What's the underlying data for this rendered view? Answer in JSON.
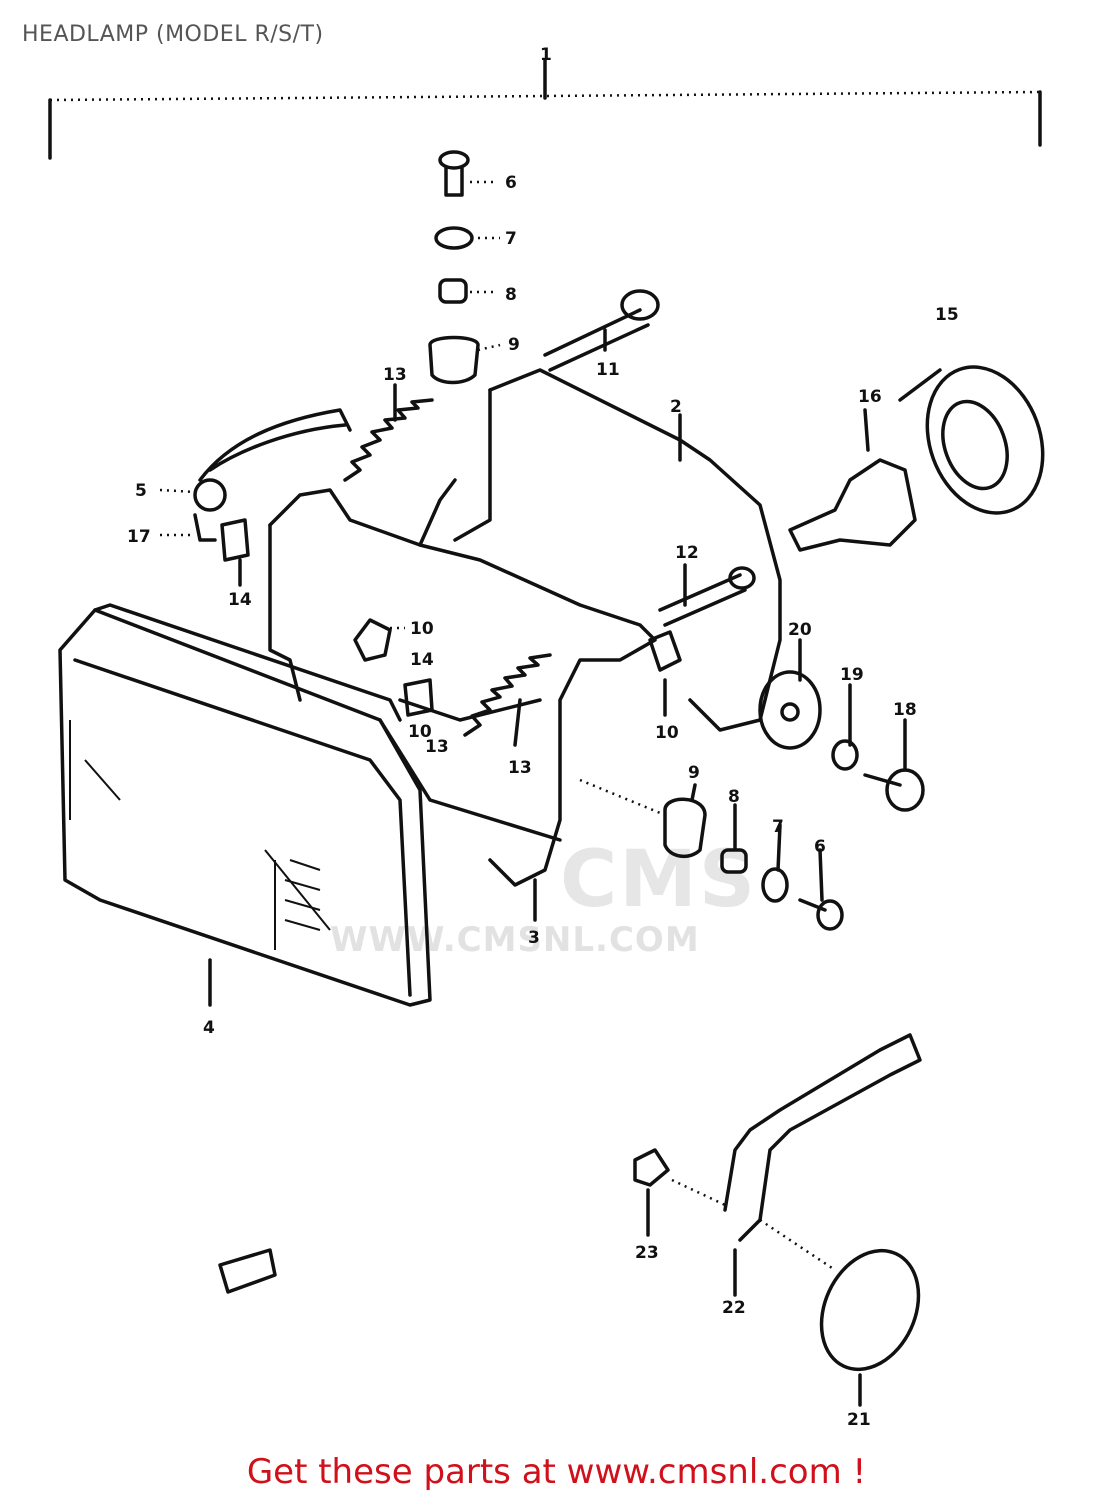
{
  "title": "HEADLAMP (MODEL R/S/T)",
  "callouts": {
    "c1": "1",
    "c2": "2",
    "c3": "3",
    "c4": "4",
    "c5": "5",
    "c6a": "6",
    "c6b": "6",
    "c7a": "7",
    "c7b": "7",
    "c8a": "8",
    "c8b": "8",
    "c9a": "9",
    "c9b": "9",
    "c10a": "10",
    "c10b": "10",
    "c10c": "10",
    "c11": "11",
    "c12": "12",
    "c13a": "13",
    "c13b": "13",
    "c13c": "13",
    "c14a": "14",
    "c14b": "14",
    "c15": "15",
    "c16": "16",
    "c17": "17",
    "c18": "18",
    "c19": "19",
    "c20": "20",
    "c21": "21",
    "c22": "22",
    "c23": "23"
  },
  "watermark": {
    "domain": "WWW.CMSNL.COM",
    "logo": "CMS"
  },
  "cta": {
    "text": "Get these parts at www.cmsnl.com !",
    "color": "#d0101a"
  },
  "colors": {
    "title": "#555555",
    "lineart": "#111111",
    "watermark": "#e2e2e2"
  }
}
